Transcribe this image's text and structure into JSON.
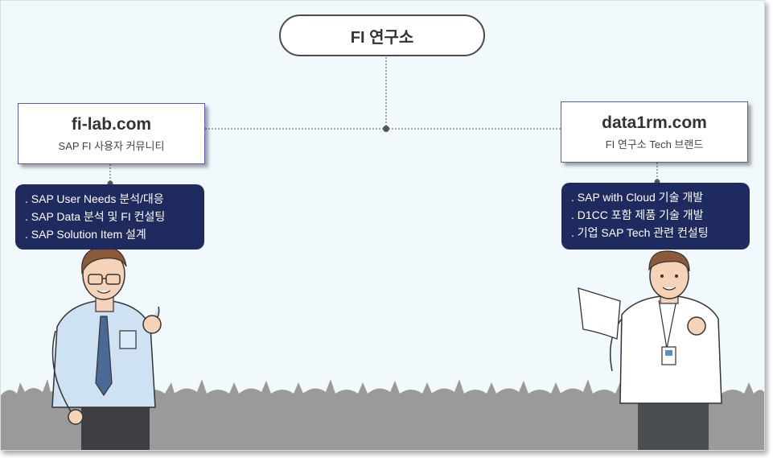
{
  "root": {
    "title": "FI 연구소"
  },
  "left": {
    "title": "fi-lab.com",
    "subtitle": "SAP FI 사용자 커뮤니티",
    "items": [
      ". SAP User Needs 분석/대응",
      ". SAP Data 분석 및 FI 컨설팅",
      ". SAP Solution Item 설계"
    ]
  },
  "right": {
    "title": "data1rm.com",
    "subtitle": "FI 연구소 Tech 브랜드",
    "items": [
      ". SAP with Cloud 기술 개발",
      ". D1CC 포함 제품 기술 개발",
      ". 기업 SAP Tech 관련 컨설팅"
    ]
  },
  "colors": {
    "background": "#f2f9fd",
    "dark_box": "#1f2a5e",
    "box_border": "#5a5ab8",
    "crowd": "#9a9a9a"
  }
}
